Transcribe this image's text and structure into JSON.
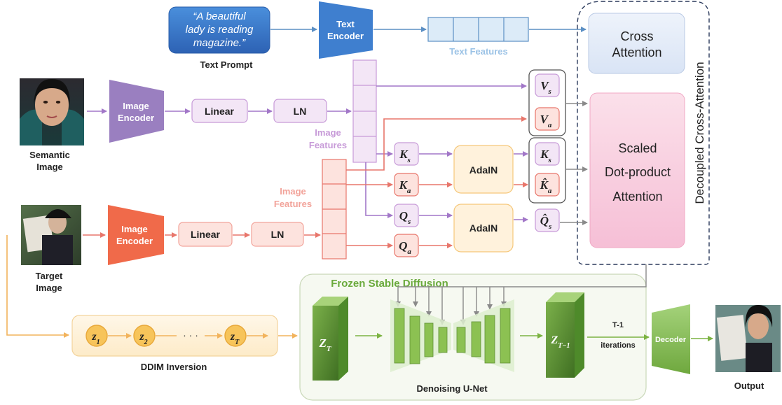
{
  "text_prompt": {
    "quote_line1": "“A beautiful",
    "quote_line2": "lady is reading",
    "quote_line3": "magazine.”",
    "caption": "Text Prompt"
  },
  "text_encoder": {
    "line1": "Text",
    "line2": "Encoder"
  },
  "text_features": {
    "caption": "Text Features"
  },
  "cross_attention": {
    "line1": "Cross",
    "line2": "Attention"
  },
  "decoupled_label": "Decoupled Cross-Attention",
  "semantic": {
    "caption_line1": "Semantic",
    "caption_line2": "Image",
    "encoder_line1": "Image",
    "encoder_line2": "Encoder",
    "linear": "Linear",
    "ln": "LN",
    "features_line1": "Image",
    "features_line2": "Features"
  },
  "target": {
    "caption_line1": "Target",
    "caption_line2": "Image",
    "encoder_line1": "Image",
    "encoder_line2": "Encoder",
    "linear": "Linear",
    "ln": "LN",
    "features_line1": "Image",
    "features_line2": "Features"
  },
  "tokens": {
    "v_s": {
      "base": "V",
      "sub": "s"
    },
    "v_a": {
      "base": "V",
      "sub": "a"
    },
    "k_s": {
      "base": "K",
      "sub": "s"
    },
    "k_a": {
      "base": "K",
      "sub": "a"
    },
    "q_s": {
      "base": "Q",
      "sub": "s"
    },
    "q_a": {
      "base": "Q",
      "sub": "a"
    },
    "k_s_out": {
      "base": "K",
      "sub": "s"
    },
    "k_a_hat": {
      "base": "K̂",
      "sub": "a"
    },
    "q_s_hat": {
      "base": "Q̂",
      "sub": "s"
    }
  },
  "adain": {
    "top": "AdaIN",
    "bottom": "AdaIN"
  },
  "scaled_attention": {
    "line1": "Scaled",
    "line2": "Dot-product",
    "line3": "Attention"
  },
  "ddim": {
    "caption": "DDIM Inversion",
    "z1": {
      "base": "z",
      "sub": "1"
    },
    "z2": {
      "base": "z",
      "sub": "2"
    },
    "dots": "· · ·",
    "zT": {
      "base": "z",
      "sub": "T"
    }
  },
  "frozen": {
    "title": "Frozen Stable Diffusion",
    "z_in": {
      "base": "Z",
      "sub": "T"
    },
    "z_out": {
      "base": "Z",
      "sub": "T−1"
    },
    "unet_caption": "Denoising U-Net",
    "iter_line1": "T-1",
    "iter_line2": "iterations"
  },
  "decoder": {
    "label": "Decoder"
  },
  "output": {
    "caption": "Output"
  },
  "colors": {
    "text_blue": "#4f8fca",
    "text_features_label": "#9cc3e6",
    "image_purple": "#9a7fc0",
    "image_features_label": "#c79ad8",
    "target_red": "#f06a4a",
    "target_features_label": "#f2a39a",
    "ddim_orange": "#f5b74e",
    "frozen_green": "#6aaa3c",
    "unet_green": "#8cc152",
    "attention_pink": "#f8c7d9",
    "cross_attention_blue": "#dfe8f7",
    "dashed_navy": "#2b3a5c"
  }
}
